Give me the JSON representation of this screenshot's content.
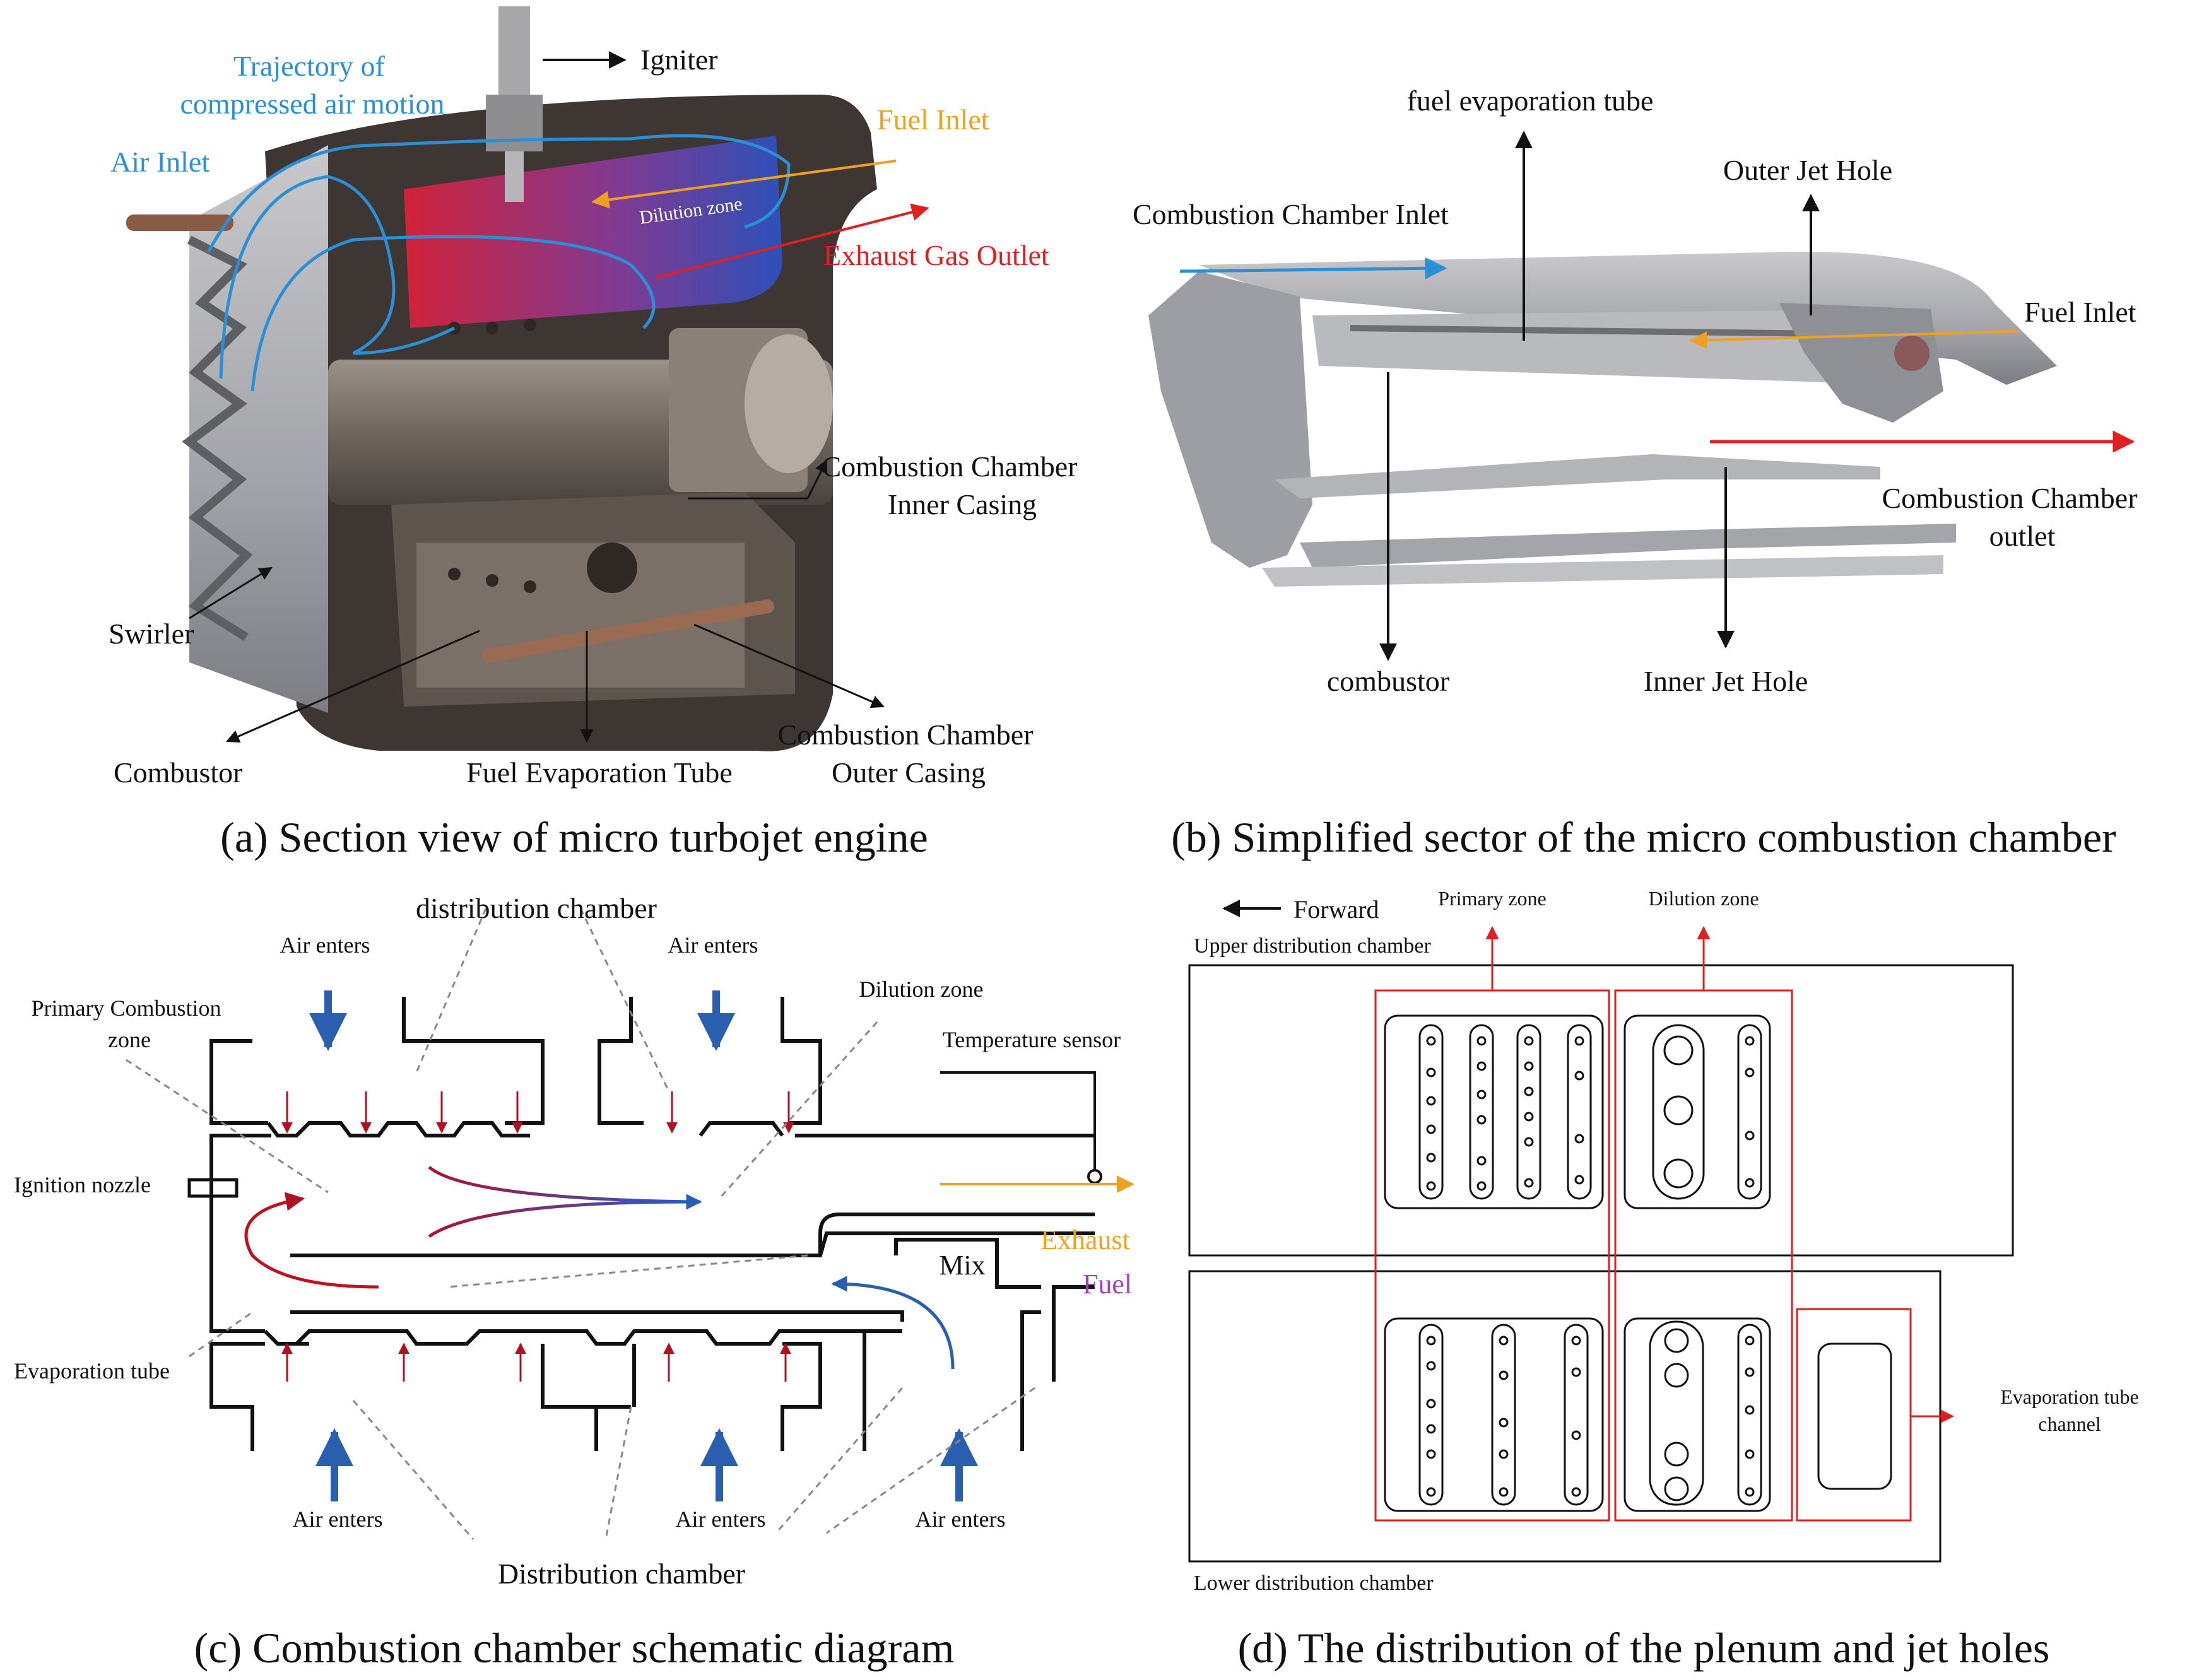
{
  "colors": {
    "blue_label": "#2b8fd6",
    "orange_label": "#f0a020",
    "red_label": "#e02020",
    "purple_label": "#a040c0",
    "zone_box": "#e02020",
    "ink": "#111111"
  },
  "panel_a": {
    "caption": "(a) Section view of micro turbojet engine",
    "labels": {
      "trajectory_l1": "Trajectory of",
      "trajectory_l2": "compressed air motion",
      "igniter": "Igniter",
      "air_inlet": "Air Inlet",
      "fuel_inlet": "Fuel Inlet",
      "exhaust_gas_outlet": "Exhaust Gas Outlet",
      "dilution_zone": "Dilution zone",
      "inner_casing_l1": "Combustion Chamber",
      "inner_casing_l2": "Inner Casing",
      "swirler": "Swirler",
      "combustor": "Combustor",
      "fuel_evaporation_tube": "Fuel Evaporation Tube",
      "outer_casing_l1": "Combustion Chamber",
      "outer_casing_l2": "Outer Casing"
    }
  },
  "panel_b": {
    "caption": "(b) Simplified sector of the micro combustion chamber",
    "labels": {
      "fuel_evaporation_tube": "fuel evaporation tube",
      "outer_jet_hole": "Outer Jet Hole",
      "combustion_chamber_inlet": "Combustion Chamber Inlet",
      "fuel_inlet": "Fuel Inlet",
      "outlet_l1": "Combustion Chamber",
      "outlet_l2": "outlet",
      "combustor": "combustor",
      "inner_jet_hole": "Inner Jet Hole"
    }
  },
  "panel_c": {
    "caption": "(c) Combustion chamber schematic diagram",
    "labels": {
      "distribution_chamber_top": "distribution chamber",
      "air_enters_top_1": "Air enters",
      "air_enters_top_2": "Air enters",
      "primary_zone_l1": "Primary Combustion",
      "primary_zone_l2": "zone",
      "dilution_zone": "Dilution zone",
      "temperature_sensor": "Temperature sensor",
      "ignition_nozzle": "Ignition nozzle",
      "exhaust": "Exhaust",
      "mix": "Mix",
      "fuel": "Fuel",
      "evaporation_tube": "Evaporation tube",
      "air_enters_bottom_1": "Air enters",
      "air_enters_bottom_2": "Air enters",
      "air_enters_bottom_3": "Air enters",
      "distribution_chamber_bottom": "Distribution chamber"
    }
  },
  "panel_d": {
    "caption": "(d) The distribution of the plenum and jet holes",
    "labels": {
      "forward": "Forward",
      "primary_zone": "Primary zone",
      "dilution_zone": "Dilution zone",
      "upper_distribution_chamber": "Upper distribution chamber",
      "lower_distribution_chamber": "Lower distribution chamber",
      "evaporation_tube_channel_l1": "Evaporation tube",
      "evaporation_tube_channel_l2": "channel"
    }
  }
}
